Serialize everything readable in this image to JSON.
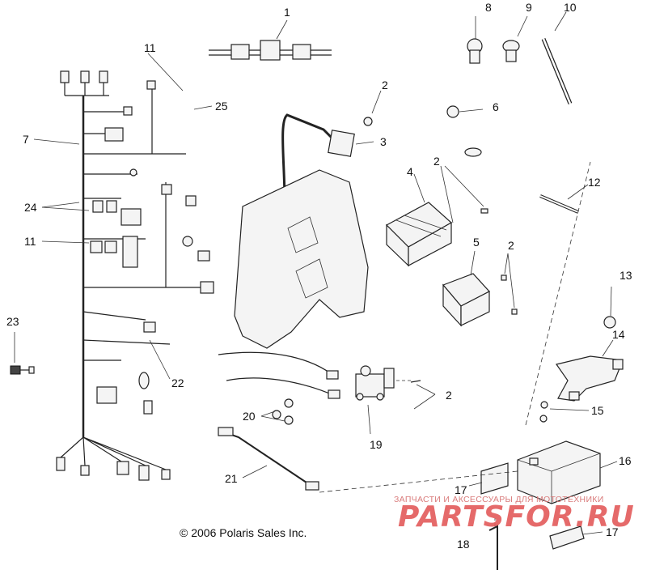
{
  "diagram": {
    "callouts": [
      {
        "id": "c1",
        "text": "1"
      },
      {
        "id": "c2a",
        "text": "2"
      },
      {
        "id": "c2b",
        "text": "2"
      },
      {
        "id": "c2c",
        "text": "2"
      },
      {
        "id": "c2d",
        "text": "2"
      },
      {
        "id": "c3",
        "text": "3"
      },
      {
        "id": "c4",
        "text": "4"
      },
      {
        "id": "c5",
        "text": "5"
      },
      {
        "id": "c6",
        "text": "6"
      },
      {
        "id": "c7",
        "text": "7"
      },
      {
        "id": "c8",
        "text": "8"
      },
      {
        "id": "c9",
        "text": "9"
      },
      {
        "id": "c10",
        "text": "10"
      },
      {
        "id": "c11a",
        "text": "11"
      },
      {
        "id": "c11b",
        "text": "11"
      },
      {
        "id": "c12",
        "text": "12"
      },
      {
        "id": "c13",
        "text": "13"
      },
      {
        "id": "c14",
        "text": "14"
      },
      {
        "id": "c15",
        "text": "15"
      },
      {
        "id": "c16",
        "text": "16"
      },
      {
        "id": "c17a",
        "text": "17"
      },
      {
        "id": "c17b",
        "text": "17"
      },
      {
        "id": "c18",
        "text": "18"
      },
      {
        "id": "c19",
        "text": "19"
      },
      {
        "id": "c20",
        "text": "20"
      },
      {
        "id": "c21",
        "text": "21"
      },
      {
        "id": "c22",
        "text": "22"
      },
      {
        "id": "c23",
        "text": "23"
      },
      {
        "id": "c24",
        "text": "24"
      },
      {
        "id": "c25",
        "text": "25"
      }
    ],
    "copyright": "© 2006 Polaris Sales Inc."
  },
  "watermark": {
    "tagline": "ЗАПЧАСТИ И АКСЕССУАРЫ ДЛЯ МОТОТЕХНИКИ",
    "logo": "PARTSFOR.RU",
    "color": "#e35a5a"
  }
}
